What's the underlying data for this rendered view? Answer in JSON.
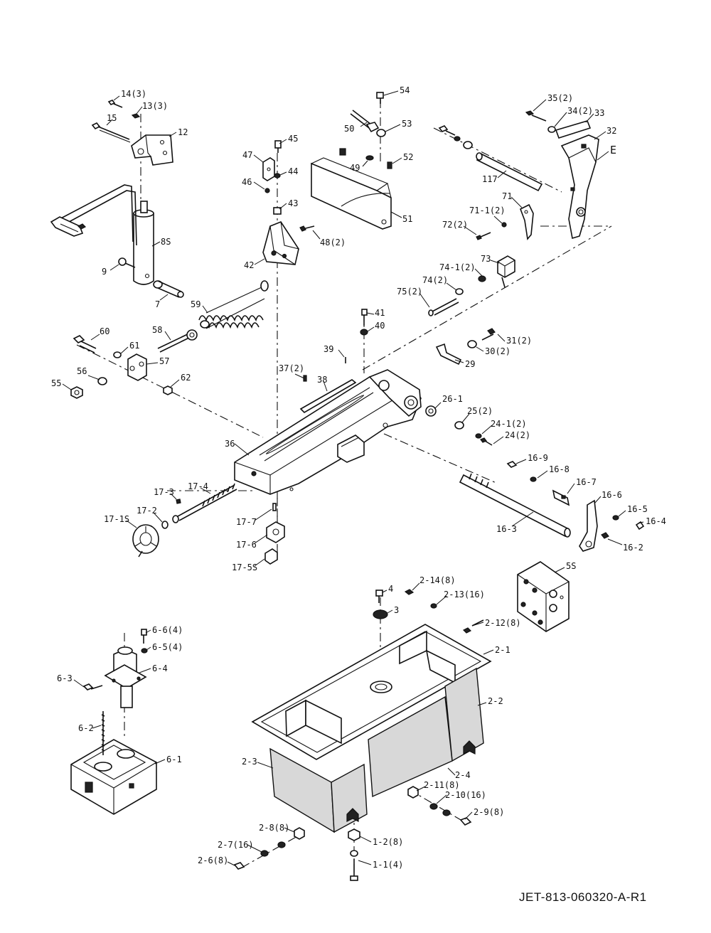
{
  "diagram_type": "exploded parts diagram",
  "document_id": "JET-813-060320-A-R1",
  "callouts": {
    "p14_3": "14(3)",
    "p13_3": "13(3)",
    "p15": "15",
    "p12": "12",
    "p8s": "8S",
    "p9": "9",
    "p7": "7",
    "p54": "54",
    "p50": "50",
    "p53": "53",
    "p52": "52",
    "p49": "49",
    "p51": "51",
    "p48_2": "48(2)",
    "p45": "45",
    "p47": "47",
    "p44": "44",
    "p46": "46",
    "p43": "43",
    "p42": "42",
    "p35_2": "35(2)",
    "p34_2": "34(2)",
    "p33": "33",
    "p32": "32",
    "pE": "E",
    "p117": "117",
    "p71": "71",
    "p71_1_2": "71-1(2)",
    "p72_2": "72(2)",
    "p73": "73",
    "p74_1_2": "74-1(2)",
    "p74_2": "74(2)",
    "p75_2": "75(2)",
    "p59": "59",
    "p58": "58",
    "p60": "60",
    "p61": "61",
    "p57": "57",
    "p56": "56",
    "p55": "55",
    "p62": "62",
    "p41": "41",
    "p40": "40",
    "p39": "39",
    "p31_2": "31(2)",
    "p30_2": "30(2)",
    "p29": "29",
    "p37_2": "37(2)",
    "p38": "38",
    "p36": "36",
    "p26_1": "26-1",
    "p25_2": "25(2)",
    "p24_1_2": "24-1(2)",
    "p24_2": "24(2)",
    "p16_9": "16-9",
    "p16_8": "16-8",
    "p16_7": "16-7",
    "p16_6": "16-6",
    "p16_5": "16-5",
    "p16_4": "16-4",
    "p16_3": "16-3",
    "p16_2": "16-2",
    "p17_3": "17-3",
    "p17_4": "17-4",
    "p17_2": "17-2",
    "p17_1s": "17-1S",
    "p17_7": "17-7",
    "p17_6": "17-6",
    "p17_5s": "17-5S",
    "p5s": "5S",
    "p4": "4",
    "p3": "3",
    "p2_14_8": "2-14(8)",
    "p2_13_16": "2-13(16)",
    "p2_12_8": "2-12(8)",
    "p2_1": "2-1",
    "p2_2": "2-2",
    "p2_3": "2-3",
    "p2_4": "2-4",
    "p2_11_8": "2-11(8)",
    "p2_10_16": "2-10(16)",
    "p2_9_8": "2-9(8)",
    "p2_8_8": "2-8(8)",
    "p2_7_16": "2-7(16)",
    "p2_6_8": "2-6(8)",
    "p1_2_8": "1-2(8)",
    "p1_1_4": "1-1(4)",
    "p6_6_4": "6-6(4)",
    "p6_5_4": "6-5(4)",
    "p6_4": "6-4",
    "p6_3": "6-3",
    "p6_2": "6-2",
    "p6_1": "6-1"
  }
}
